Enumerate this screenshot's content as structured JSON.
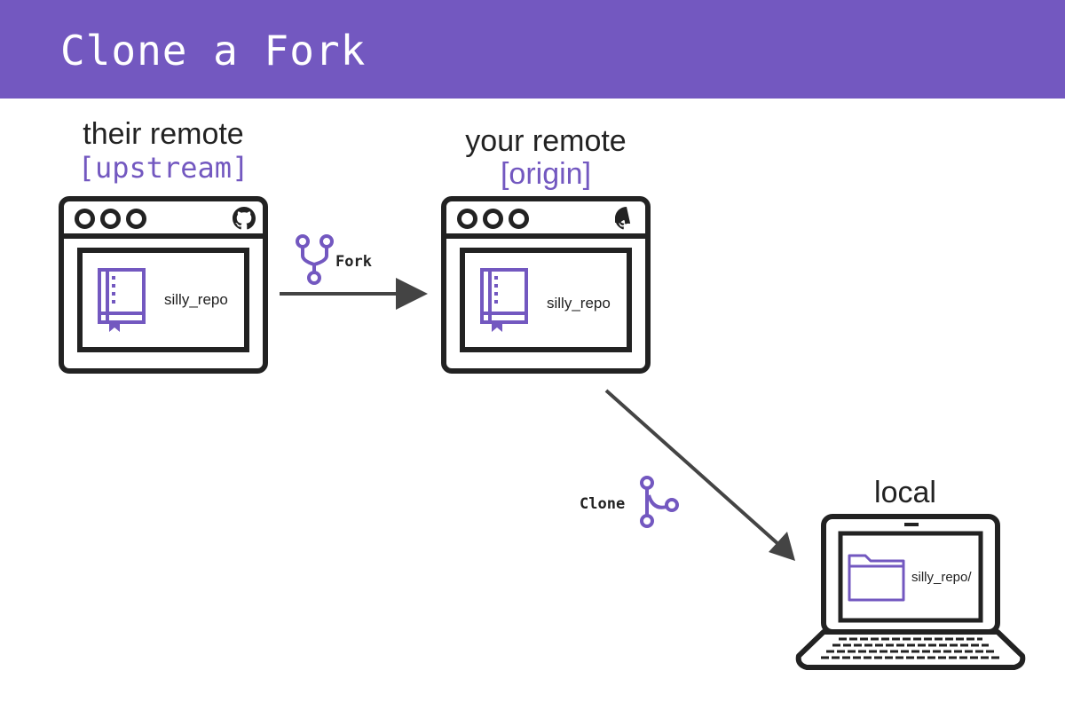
{
  "header": {
    "title": "Clone a Fork"
  },
  "nodes": {
    "upstream": {
      "label": "their remote",
      "tag": "[upstream]",
      "repo": "silly_repo"
    },
    "origin": {
      "label": "your remote",
      "tag": "[origin]",
      "repo": "silly_repo"
    },
    "local": {
      "label": "local",
      "folder": "silly_repo/"
    }
  },
  "edges": {
    "fork": {
      "label": "Fork",
      "icon": "fork-icon"
    },
    "clone": {
      "label": "Clone",
      "icon": "branch-icon"
    }
  },
  "colors": {
    "accent": "#7358c0",
    "ink": "#222222",
    "arrow": "#444444"
  }
}
